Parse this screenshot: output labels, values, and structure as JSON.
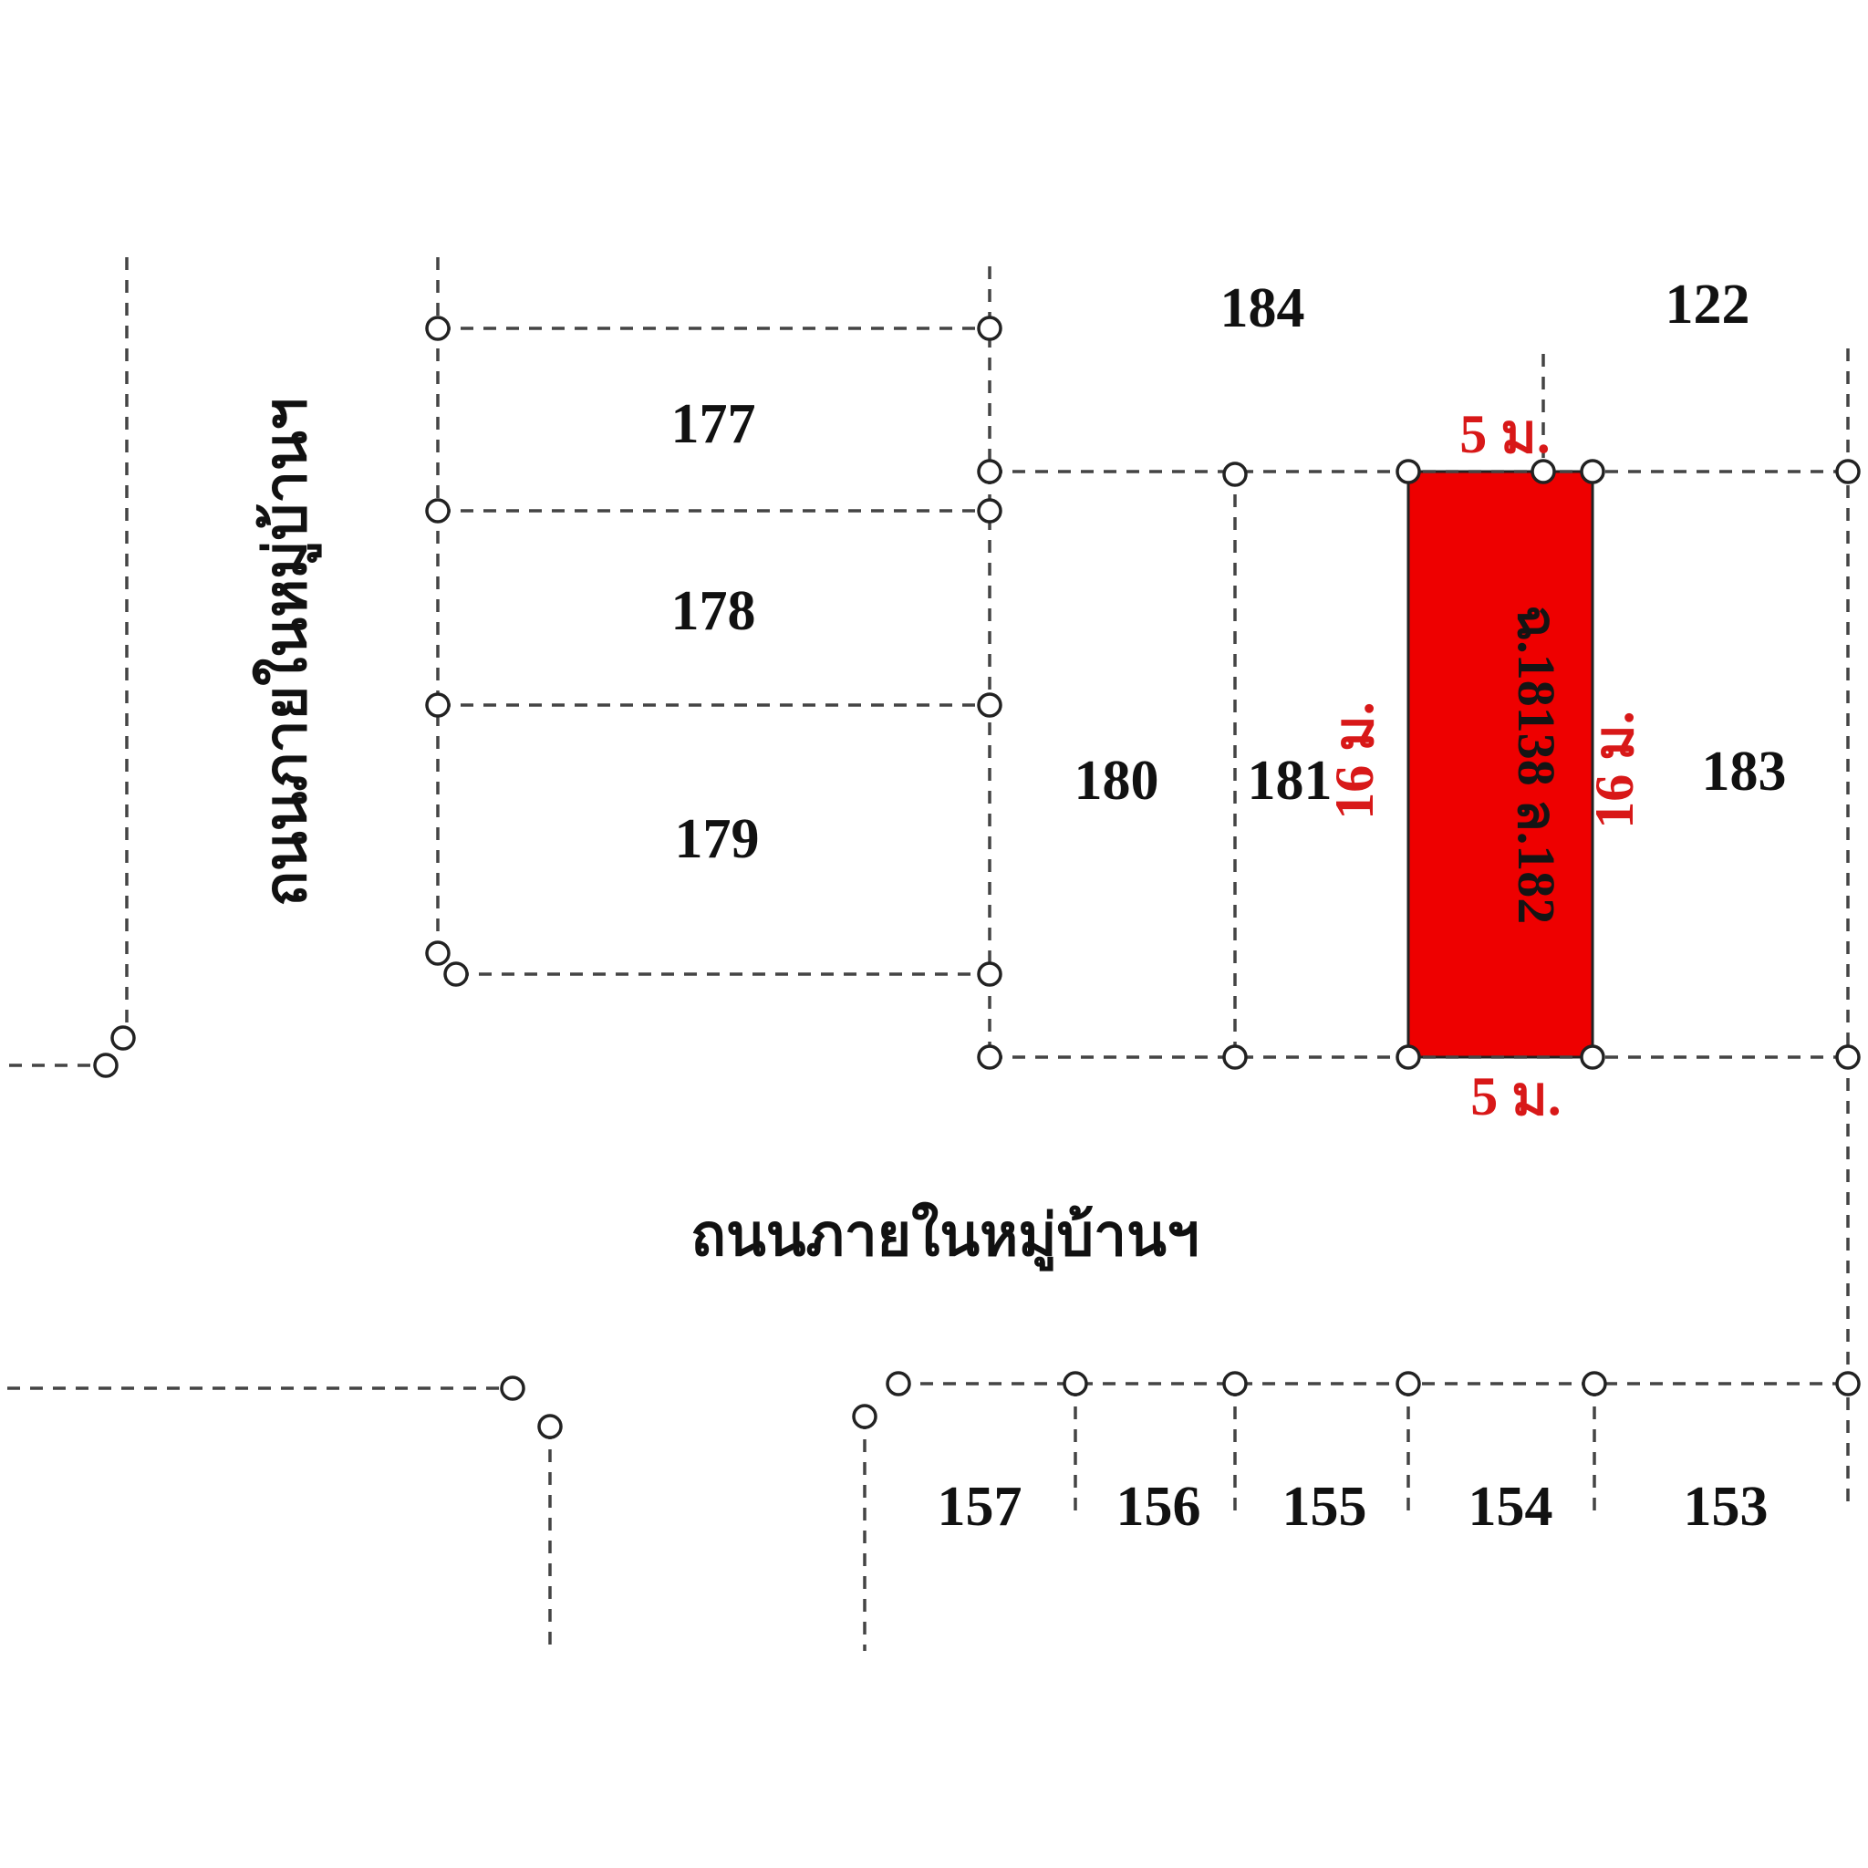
{
  "colors": {
    "highlight_fill": "#ee0000",
    "dimension_text": "#d81818",
    "boundary_line": "#444444",
    "background": "#ffffff"
  },
  "lots": {
    "lot_177": "177",
    "lot_178": "178",
    "lot_179": "179",
    "lot_180": "180",
    "lot_181": "181",
    "lot_183": "183",
    "lot_184": "184",
    "lot_122": "122",
    "lot_157": "157",
    "lot_156": "156",
    "lot_155": "155",
    "lot_154": "154",
    "lot_153": "153"
  },
  "subject_plot": {
    "deed_label": "ฉ.18138 ล.182",
    "width_top": "5 ม.",
    "width_bottom": "5 ม.",
    "depth_left": "16 ม.",
    "depth_right": "16 ม."
  },
  "roads": {
    "vertical_road": "ถนนภายในหมู่บ้านฯ",
    "horizontal_road": "ถนนภายในหมู่บ้านฯ"
  }
}
